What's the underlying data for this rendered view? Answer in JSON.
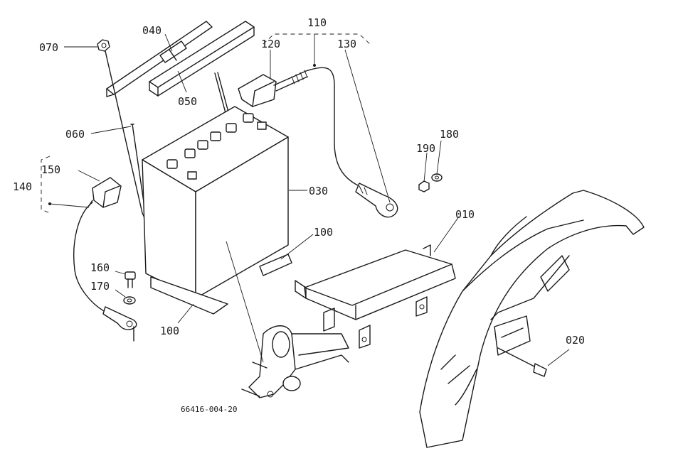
{
  "parts": {
    "p010": "010",
    "p020": "020",
    "p030": "030",
    "p040": "040",
    "p050": "050",
    "p060": "060",
    "p070": "070",
    "p100a": "100",
    "p100b": "100",
    "p110": "110",
    "p120": "120",
    "p130": "130",
    "p140": "140",
    "p150": "150",
    "p160": "160",
    "p170": "170",
    "p180": "180",
    "p190": "190"
  },
  "drawing_code": "66416-004-20"
}
